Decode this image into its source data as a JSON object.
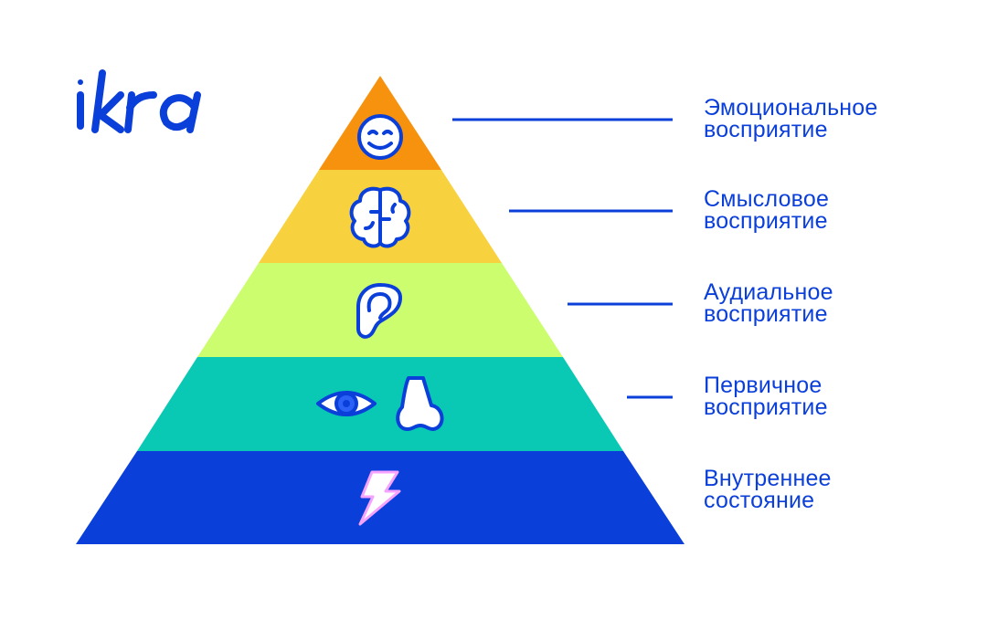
{
  "brand": {
    "logo_text": "ikra",
    "color": "#0b3fd9"
  },
  "pyramid": {
    "levels": [
      {
        "id": "emotional",
        "icon": "smile-icon",
        "color": "#f7920e",
        "label_line1": "Эмоциональное",
        "label_line2": "восприятие"
      },
      {
        "id": "semantic",
        "icon": "brain-icon",
        "color": "#f7d23e",
        "label_line1": "Смысловое",
        "label_line2": "восприятие"
      },
      {
        "id": "audial",
        "icon": "ear-icon",
        "color": "#ccfd6e",
        "label_line1": "Аудиальное",
        "label_line2": "восприятие"
      },
      {
        "id": "primary",
        "icon": "eye-and-nose-icon",
        "color": "#09c8b4",
        "label_line1": "Первичное",
        "label_line2": "восприятие"
      },
      {
        "id": "internal",
        "icon": "lightning-icon",
        "color": "#0b3fd9",
        "label_line1": "Внутреннее",
        "label_line2": "состояние"
      }
    ],
    "connector_color": "#0b3fd9"
  }
}
